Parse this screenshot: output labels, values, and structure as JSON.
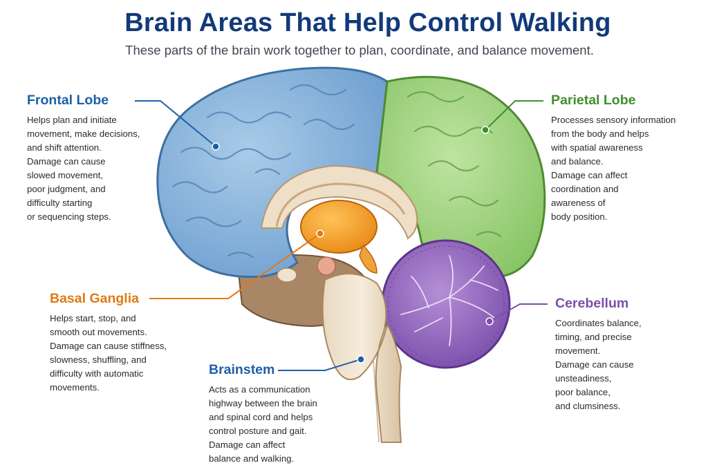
{
  "title": "Brain Areas That Help Control Walking",
  "subtitle": "These parts of the brain work together to plan, coordinate, and balance movement.",
  "colors": {
    "title": "#123a7a",
    "frontal": "#1d5fa8",
    "parietal": "#3f8f2f",
    "basal": "#e07a12",
    "cerebellum": "#7b4ea8",
    "brainstem": "#1d5fa8"
  },
  "regions": {
    "frontal": {
      "name": "Frontal Lobe",
      "text": "Helps plan and initiate\nmovement, make decisions,\nand shift attention.\nDamage can cause\nslowed movement,\npoor judgment, and\ndifficulty starting\nor sequencing steps."
    },
    "parietal": {
      "name": "Parietal Lobe",
      "text": "Processes sensory information\nfrom the body and helps\nwith spatial awareness\nand balance.\nDamage can affect\ncoordination and\nawareness of\nbody position."
    },
    "basal": {
      "name": "Basal Ganglia",
      "text": "Helps start, stop, and\nsmooth out movements.\nDamage can cause stiffness,\nslowness, shuffling, and\ndifficulty with automatic\nmovements."
    },
    "cerebellum": {
      "name": "Cerebellum",
      "text": "Coordinates balance,\ntiming, and precise\nmovement.\nDamage can cause\nunsteadiness,\npoor balance,\nand clumsiness."
    },
    "brainstem": {
      "name": "Brainstem",
      "text": "Acts as a communication\nhighway between the brain\nand spinal cord and helps\ncontrol posture and gait.\nDamage can affect\nbalance and walking."
    }
  }
}
